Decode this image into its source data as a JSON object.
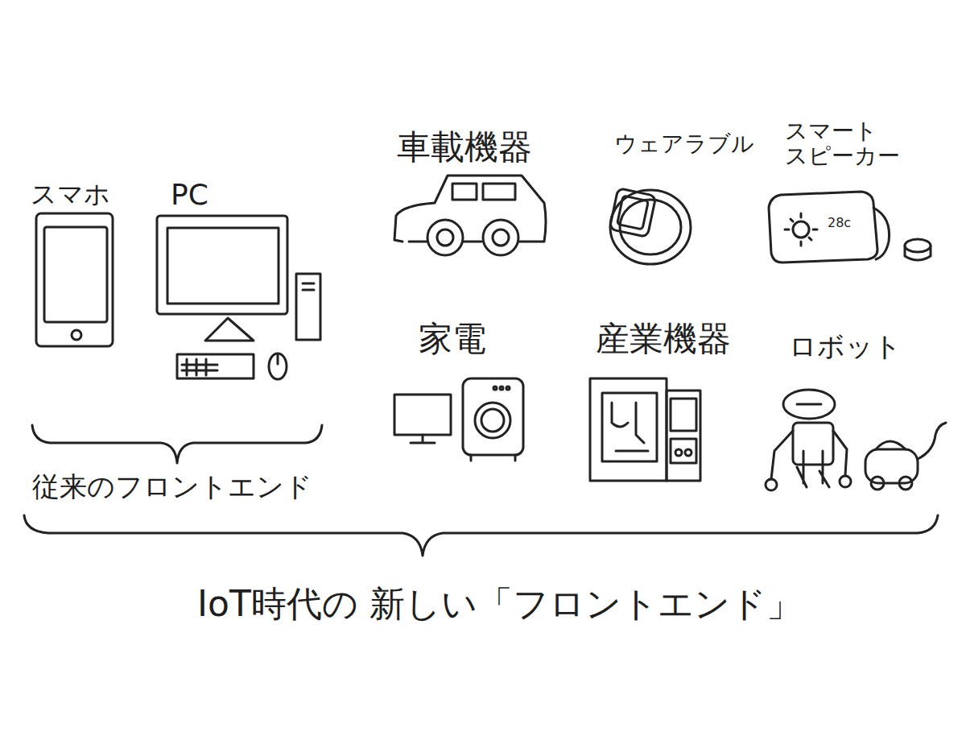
{
  "diagram": {
    "labels": [
      "スマホ",
      "PC",
      "車載機器",
      "ウェアラブル",
      "スマート スピーカー",
      "28c",
      "家電",
      "産業機器",
      "ロボット",
      "従来のフロントエンド",
      "IoT時代の 新しい「フロントエンド」"
    ]
  }
}
